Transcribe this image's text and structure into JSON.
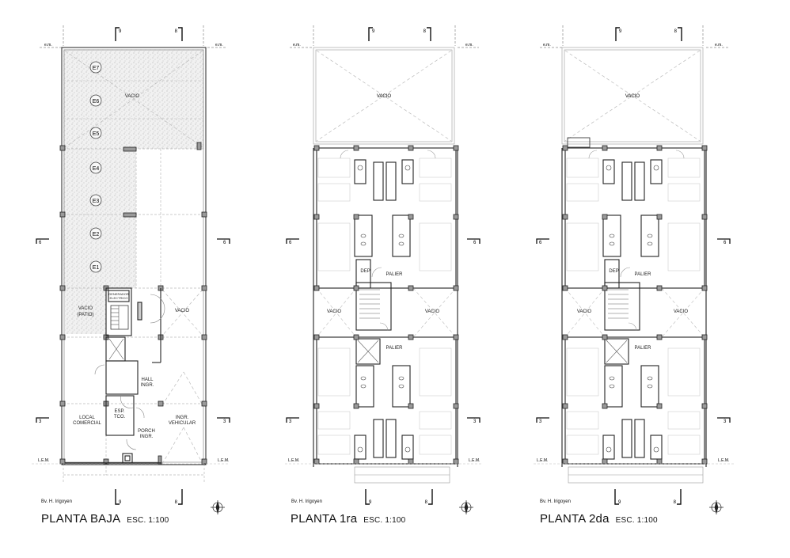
{
  "sheet": {
    "background": "#ffffff",
    "line_color": "#222222",
    "column_fill": "#9a9a9a",
    "hatch_fill": "#e6e6e6",
    "dash_color": "#9a9a9a"
  },
  "common_labels": {
    "axis_top_left": "9",
    "axis_top_right": "8",
    "axis_mid": "6",
    "axis_low": "3",
    "edge_marker": "e.m.",
    "lem": "L.E.M.",
    "street": "Bv. H. Irigoyen",
    "scale": "ESC. 1:100",
    "north_icon": "north-arrow-icon"
  },
  "plans": [
    {
      "id": "planta-baja",
      "title": "PLANTA BAJA",
      "scale": "ESC. 1:100",
      "street": "Bv. H. Irigoyen",
      "rooms": {
        "vacio_top": "VACIO",
        "vacio_patio": "VACIO\n(PATIO)",
        "vacio_patio_l1": "VACIO",
        "vacio_patio_l2": "(PATIO)",
        "vacio_right": "VACIO",
        "generador_l1": "GENERADOR",
        "generador_l2": "ELECTRICO",
        "hall_l1": "HALL",
        "hall_l2": "INGR.",
        "local_l1": "LOCAL",
        "local_l2": "COMERCIAL",
        "esp_l1": "ESP.",
        "esp_l2": "TCO.",
        "porch_l1": "PORCH",
        "porch_l2": "INGR.",
        "ingr_l1": "INGR.",
        "ingr_l2": "VEHICULAR"
      },
      "parking_spaces": [
        "E7",
        "E6",
        "E5",
        "E4",
        "E3",
        "E2",
        "E1"
      ]
    },
    {
      "id": "planta-1ra",
      "title": "PLANTA 1ra",
      "scale": "ESC. 1:100",
      "street": "Bv. H. Irigoyen",
      "rooms": {
        "vacio_top": "VACIO",
        "dep": "DEP.",
        "palier_upper": "PALIER",
        "vacio_left": "VACIO",
        "vacio_right": "VACIO",
        "palier_lower": "PALIER"
      }
    },
    {
      "id": "planta-2da",
      "title": "PLANTA 2da",
      "scale": "ESC. 1:100",
      "street": "Bv. H. Irigoyen",
      "rooms": {
        "vacio_top": "VACIO",
        "dep": "DEP.",
        "palier_upper": "PALIER",
        "vacio_left": "VACIO",
        "vacio_right": "VACIO",
        "palier_lower": "PALIER"
      }
    }
  ]
}
